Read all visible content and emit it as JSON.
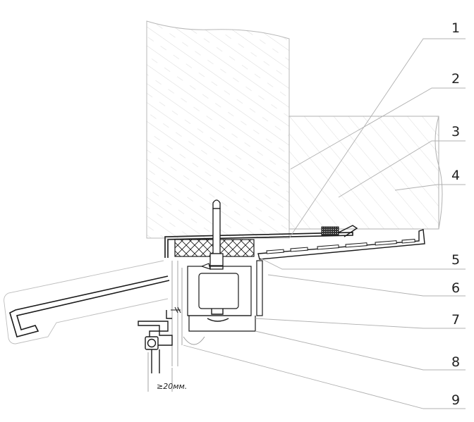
{
  "diagram": {
    "callouts": [
      "1",
      "2",
      "3",
      "4",
      "5",
      "6",
      "7",
      "8",
      "9"
    ],
    "dimension_label": "≥20мм.",
    "colors": {
      "line": "#1a1a1a",
      "leader": "#b0b0b0",
      "hatch": "#c8c8c8",
      "light_line": "#9a9a9a"
    }
  }
}
